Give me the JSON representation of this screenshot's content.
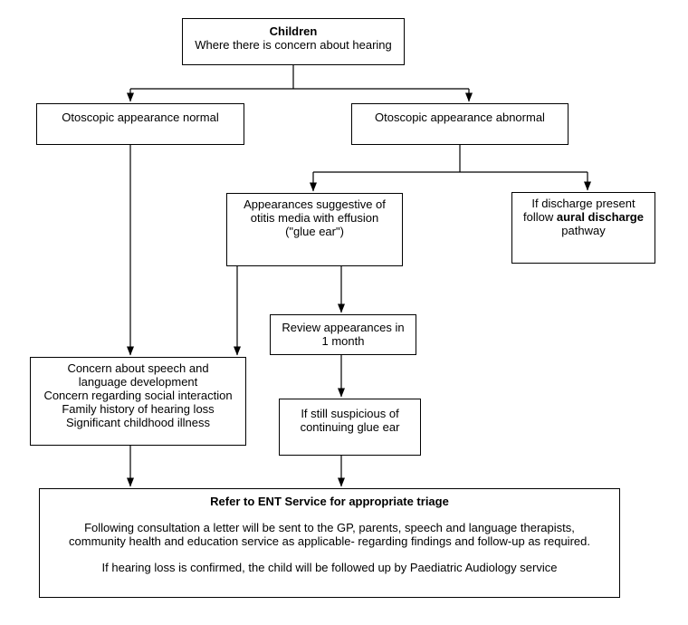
{
  "page": {
    "background_color": "#ffffff",
    "line_color": "#000000",
    "text_color": "#000000"
  },
  "nodes": {
    "children": {
      "title": "Children",
      "subtitle": "Where there is concern about hearing"
    },
    "otoscopic_normal": {
      "text": "Otoscopic appearance normal"
    },
    "otoscopic_abnormal": {
      "text": "Otoscopic appearance abnormal"
    },
    "glue_ear": {
      "text": "Appearances suggestive of\notitis media with effusion\n(\"glue ear\")"
    },
    "discharge": {
      "text_before": "If discharge present\nfollow ",
      "bold_text": "aural discharge",
      "text_after": "\npathway"
    },
    "review": {
      "text": "Review appearances in\n1 month"
    },
    "suspicious": {
      "text": "If still suspicious of\ncontinuing glue ear"
    },
    "concern": {
      "text": "Concern about speech and\nlanguage development\nConcern regarding social interaction\nFamily history of hearing loss\nSignificant childhood illness"
    },
    "refer": {
      "title": "Refer to ENT Service for appropriate triage",
      "paragraph1": "Following consultation a letter will be sent to the GP, parents, speech and language therapists,\ncommunity health and education service as applicable- regarding findings and follow-up as required.",
      "paragraph2": "If hearing loss is confirmed, the child will be followed up by Paediatric Audiology service"
    }
  }
}
